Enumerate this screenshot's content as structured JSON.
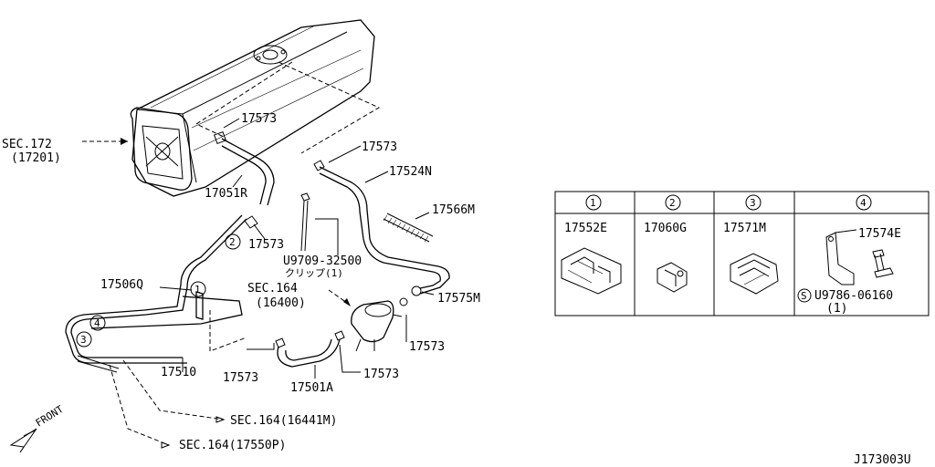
{
  "diagram_id": "J173003U",
  "callouts": {
    "sec172": "SEC.172",
    "sec172_sub": "(17201)",
    "p17573_a": "17573",
    "p17573_b": "17573",
    "p17573_c": "17573",
    "p17573_d": "17573",
    "p17573_e": "17573",
    "p17573_f": "17573",
    "p17524N": "17524N",
    "p17051R": "17051R",
    "p17566M": "17566M",
    "p17575M": "17575M",
    "clip_code": "U9709-32500",
    "clip_name": "クリップ(1)",
    "p17506Q": "17506Q",
    "sec164": "SEC.164",
    "sec164_sub": "(16400)",
    "p17510": "17510",
    "p17501A": "17501A",
    "sec164_16441M": "SEC.164(16441M)",
    "sec164_17550P": "SEC.164(17550P)",
    "front": "FRONT"
  },
  "markers": {
    "m1": "1",
    "m2": "2",
    "m3": "3",
    "m4": "4"
  },
  "parts_table": {
    "headers": [
      "1",
      "2",
      "3",
      "4"
    ],
    "cells": {
      "c1": "17552E",
      "c2": "17060G",
      "c3": "17571M",
      "c4_part": "17574E",
      "c4_bolt_mark": "S",
      "c4_bolt": "U9786-06160",
      "c4_qty": "(1)"
    }
  }
}
